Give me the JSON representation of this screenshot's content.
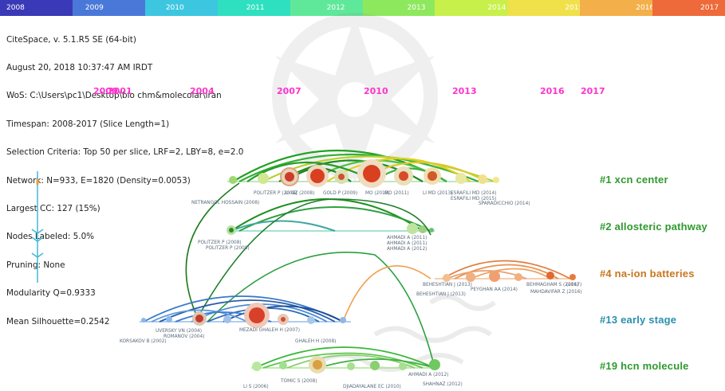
{
  "year_bar": {
    "labels": [
      "2008",
      "2009",
      "2010",
      "2011",
      "2012",
      "2013",
      "2014",
      "2015",
      "2016",
      "2017"
    ],
    "colors": [
      "#3a3ab8",
      "#4a78d8",
      "#3dc6e0",
      "#2fe0c0",
      "#5fe89a",
      "#8ee85e",
      "#c8f04a",
      "#f0e04a",
      "#f3b04a",
      "#ee6a3a"
    ]
  },
  "info_lines": [
    "CiteSpace, v. 5.1.R5 SE (64-bit)",
    "August 20, 2018 10:37:47 AM IRDT",
    "WoS: C:\\Users\\pc1\\Desktop\\bio chm&molecolar\\iran",
    "Timespan: 2008-2017 (Slice Length=1)",
    "Selection Criteria: Top 50 per slice, LRF=2, LBY=8, e=2.0",
    "Network: N=933, E=1820 (Density=0.0053)",
    "Largest CC: 127 (15%)",
    "Nodes Labeled: 5.0%",
    "Pruning: None",
    "Modularity Q=0.9333",
    "Mean Silhouette=0.2542"
  ],
  "timeline_years": [
    "2000",
    "2001",
    "2004",
    "2007",
    "2010",
    "2013",
    "2016",
    "2017"
  ],
  "clusters": [
    {
      "label": "#1 xcn center",
      "color": "#2f9a2f"
    },
    {
      "label": "#2 allosteric pathway",
      "color": "#2f9a2f"
    },
    {
      "label": "#4 na-ion batteries",
      "color": "#c8761e"
    },
    {
      "label": "#13 early stage",
      "color": "#2a8fb0"
    },
    {
      "label": "#19 hcn molecule",
      "color": "#2f9a2f"
    }
  ],
  "node_labels": [
    "POLITZER P (2008)",
    "LI GZ (2008)",
    "GOLD P (2009)",
    "MO (2010)",
    "MO (2011)",
    "LI MD (2013)",
    "ESRAFILI MD (2014)",
    "NETRANGOL HOSSAIN (2008)",
    "ESRAFILI MD (2015)",
    "SPARADICCHIO (2014)",
    "POLITZER P (2008)",
    "POLITZER P (2008)",
    "AHMADI A (2011)",
    "AHMADI A (2011)",
    "AHMADI A (2012)",
    "BEHESHTIAN J (2013)",
    "PEYGHAN AA (2014)",
    "BEHMAGHAM S (2016)",
    "(2017)",
    "BEHESHTIAN J (2013)",
    "MAHDAVIFAR Z (2016)",
    "UVERSKY VN (2004)",
    "MEZADI GHALEH H (2007)",
    "KORSAKOV B (2002)",
    "ROMANOV (2004)",
    "GHALEH H (2008)",
    "AHMADI A (2012)",
    "TOMIC S (2008)",
    "DJIADAYALANE EC (2010)",
    "LI S (2006)",
    "SHAHNAZ (2012)"
  ]
}
